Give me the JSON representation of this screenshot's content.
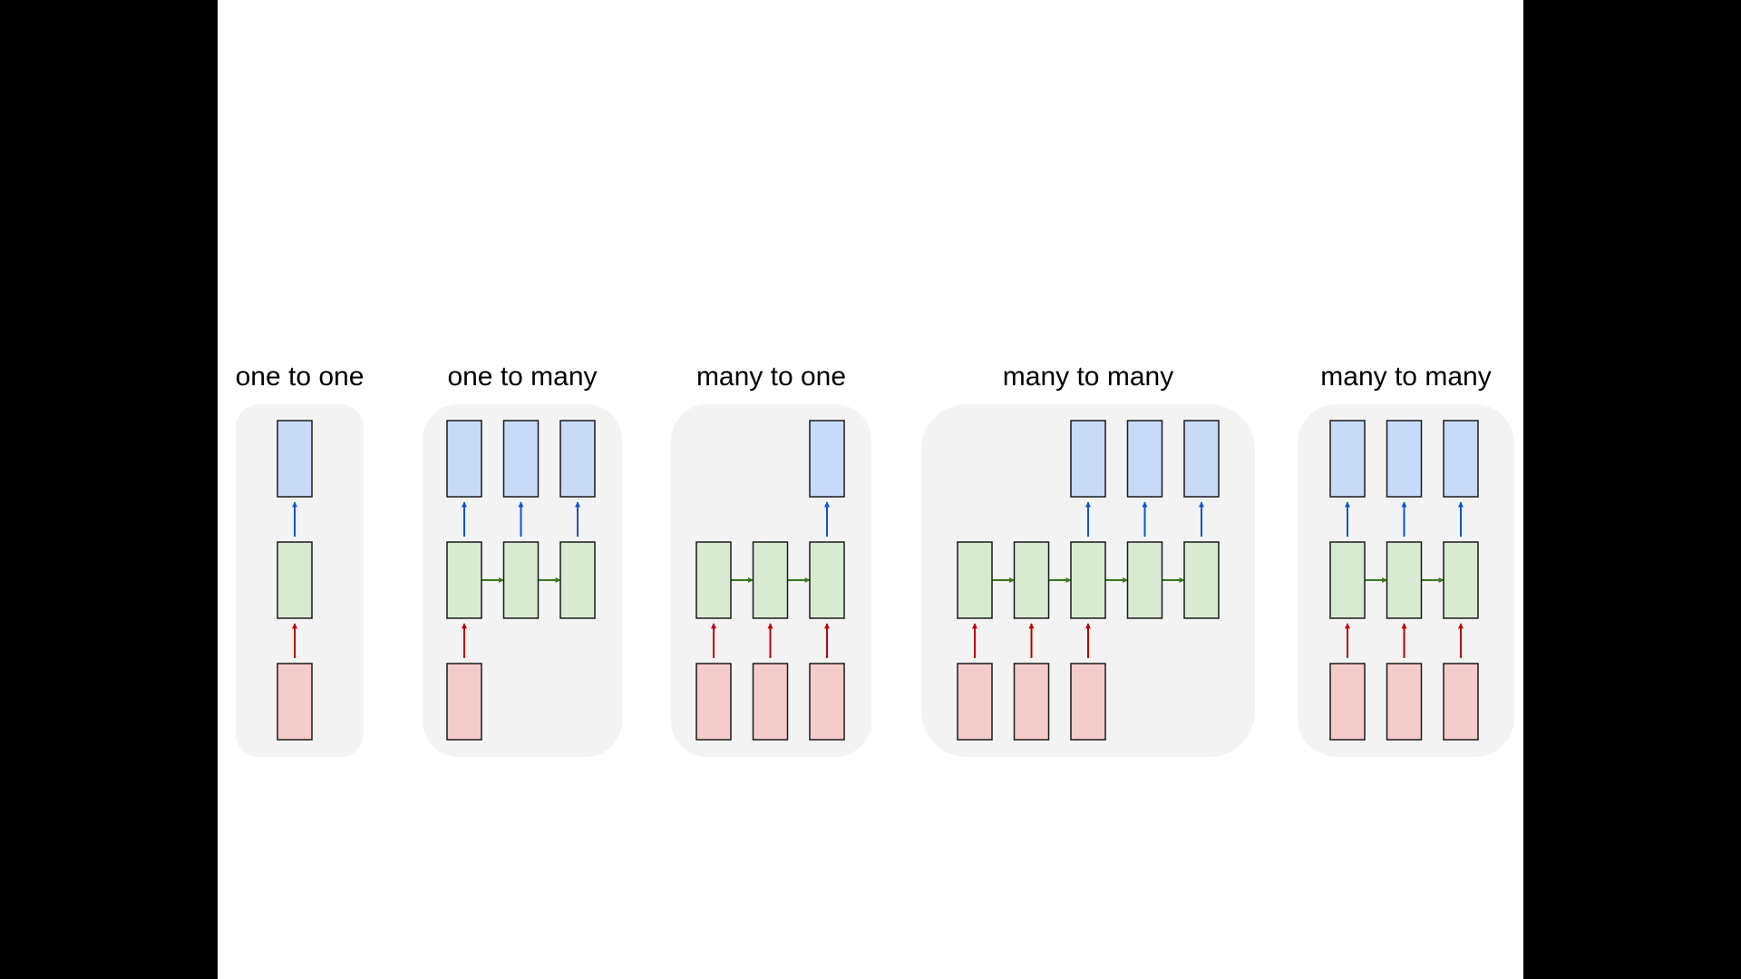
{
  "colors": {
    "page_background": "#000000",
    "slide_background": "#ffffff",
    "panel_background": "#f3f3f3",
    "input_fill": "#f4cccc",
    "hidden_fill": "#d9ead3",
    "output_fill": "#c9daf8",
    "box_stroke": "#1a1a1a",
    "input_arrow": "#c00000",
    "recurrent_arrow": "#38761d",
    "output_arrow": "#1155cc"
  },
  "panels": [
    {
      "title": "one to one",
      "inputs": [
        0
      ],
      "hidden": [
        0
      ],
      "outputs": [
        0
      ]
    },
    {
      "title": "one to many",
      "inputs": [
        0
      ],
      "hidden": [
        0,
        1,
        2
      ],
      "outputs": [
        0,
        1,
        2
      ]
    },
    {
      "title": "many to one",
      "inputs": [
        0,
        1,
        2
      ],
      "hidden": [
        0,
        1,
        2
      ],
      "outputs": [
        2
      ]
    },
    {
      "title": "many to many",
      "inputs": [
        0,
        1,
        2
      ],
      "hidden": [
        0,
        1,
        2,
        3,
        4
      ],
      "outputs": [
        2,
        3,
        4
      ]
    },
    {
      "title": "many to many",
      "inputs": [
        0,
        1,
        2
      ],
      "hidden": [
        0,
        1,
        2
      ],
      "outputs": [
        0,
        1,
        2
      ]
    }
  ]
}
